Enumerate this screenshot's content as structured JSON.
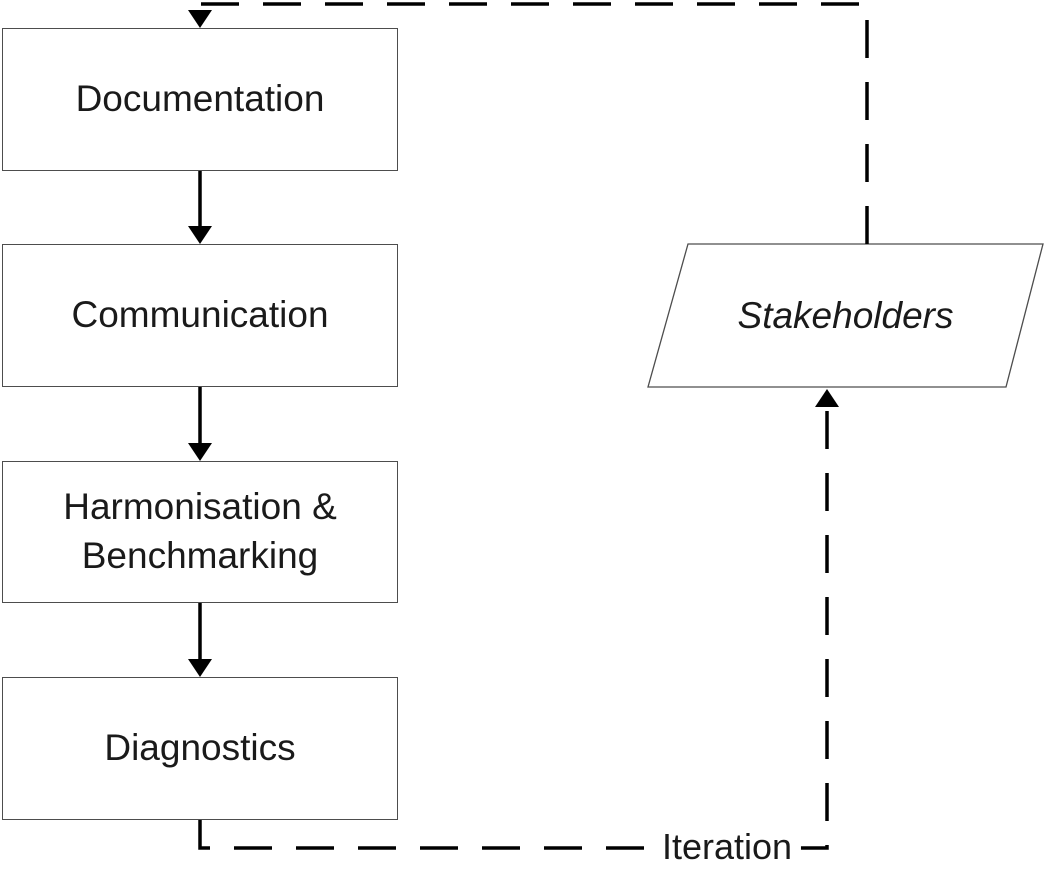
{
  "colors": {
    "background": "#ffffff",
    "connector": "#000000",
    "shape_border": "#4d4d4d",
    "shape_fill": "#ffffff",
    "text": "#1a1a1a"
  },
  "diagram": {
    "type": "flowchart",
    "process_steps": [
      {
        "id": "documentation",
        "label": "Documentation"
      },
      {
        "id": "communication",
        "label": "Communication"
      },
      {
        "id": "harmonisation",
        "label": "Harmonisation & Benchmarking"
      },
      {
        "id": "diagnostics",
        "label": "Diagnostics"
      }
    ],
    "stakeholders": {
      "label": "Stakeholders",
      "shape": "parallelogram"
    },
    "edges": {
      "iteration_label": "Iteration",
      "flow": [
        "Documentation -> Communication (solid arrow)",
        "Communication -> Harmonisation & Benchmarking (solid arrow)",
        "Harmonisation & Benchmarking -> Diagnostics (solid arrow)",
        "Stakeholders -> Documentation (dashed arrow)",
        "Diagnostics -> Stakeholders (dashed arrow, labelled Iteration)"
      ]
    }
  }
}
